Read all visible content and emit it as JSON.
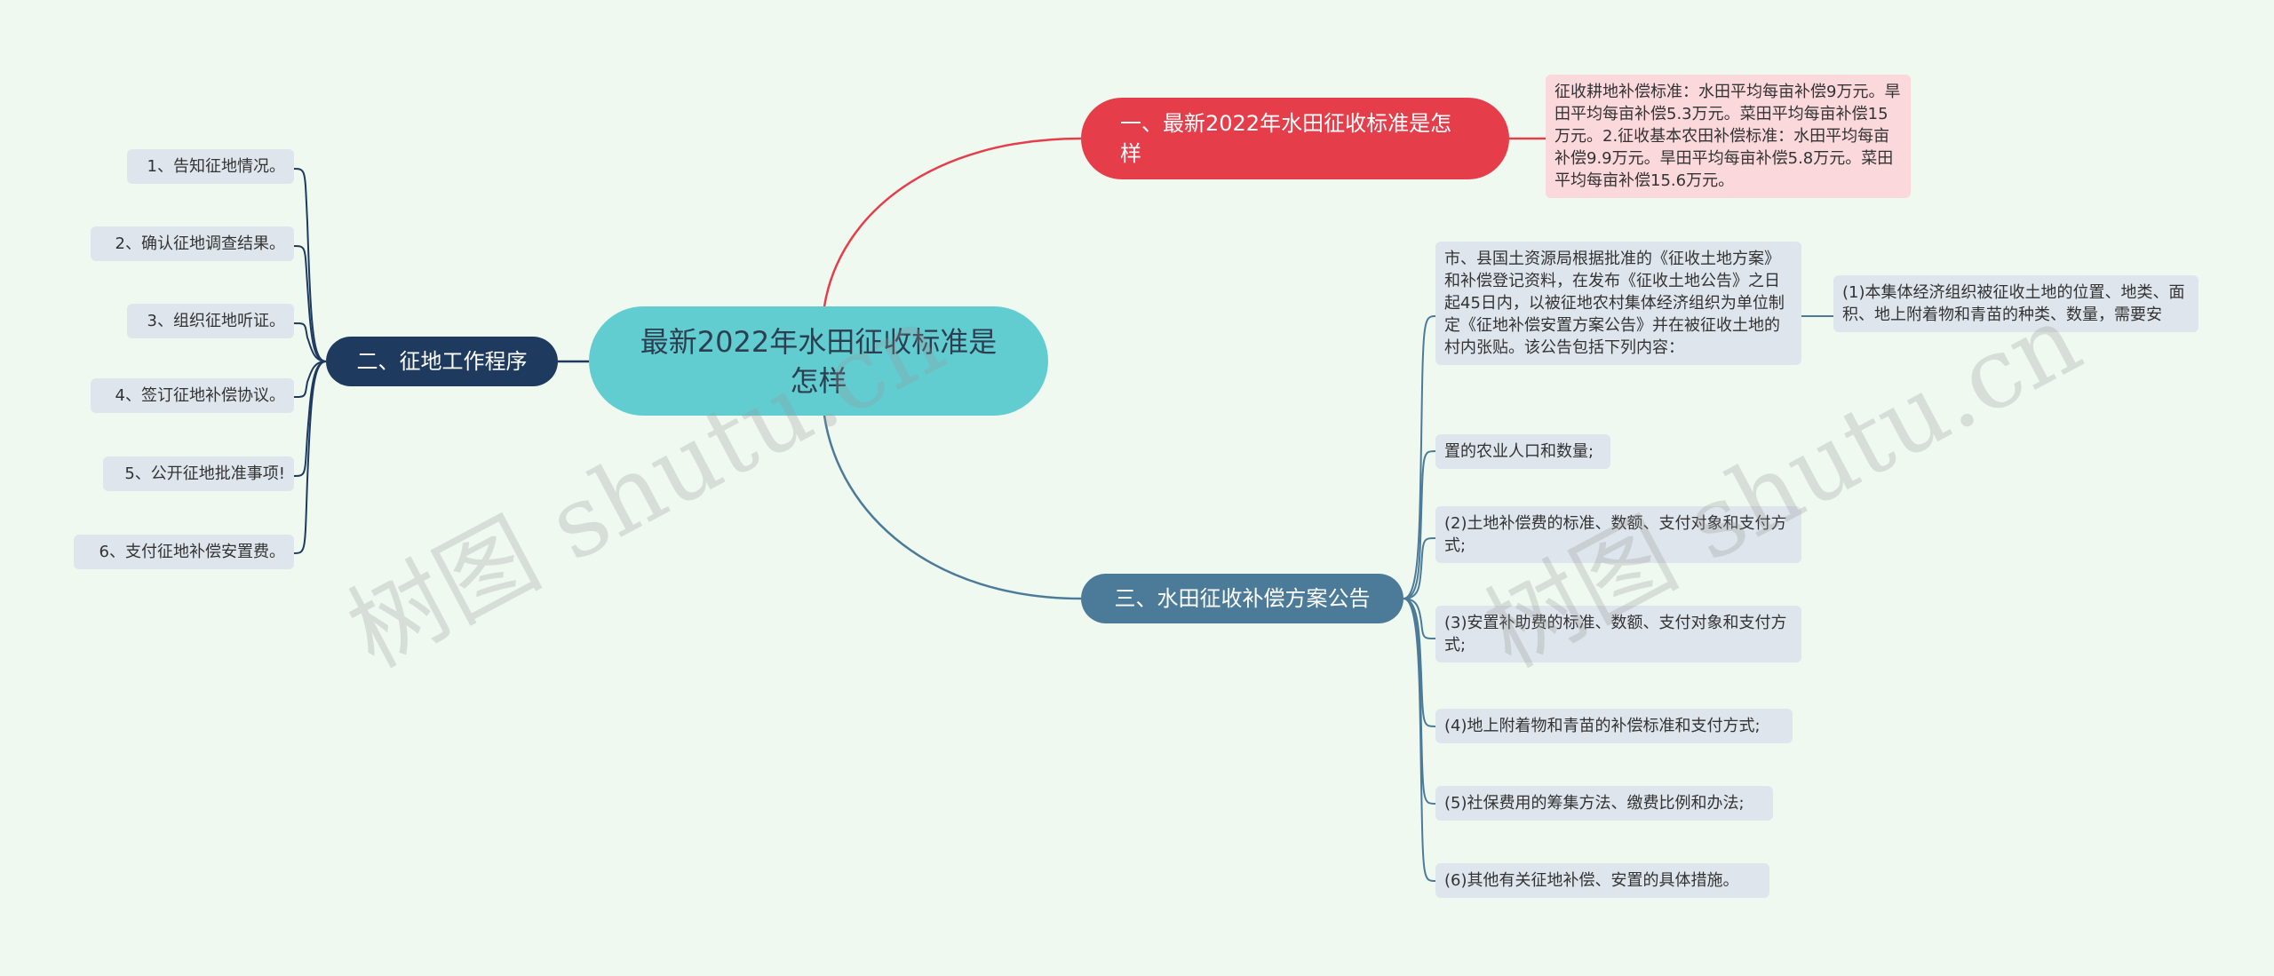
{
  "root": {
    "label": "最新2022年水田征收标准是怎样"
  },
  "branches": [
    {
      "label": "一、最新2022年水田征收标准是怎样",
      "color": "#e53e4a"
    },
    {
      "label": "二、征地工作程序",
      "color": "#1e3a5f"
    },
    {
      "label": "三、水田征收补偿方案公告",
      "color": "#4c7b99"
    }
  ],
  "branch1_detail": "征收耕地补偿标准：水田平均每亩补偿9万元。旱田平均每亩补偿5.3万元。菜田平均每亩补偿15万元。2.征收基本农田补偿标准：水田平均每亩补偿9.9万元。旱田平均每亩补偿5.8万元。菜田平均每亩补偿15.6万元。",
  "branch2_items": [
    "1、告知征地情况。",
    "2、确认征地调查结果。",
    "3、组织征地听证。",
    "4、签订征地补偿协议。",
    "5、公开征地批准事项!",
    "6、支付征地补偿安置费。"
  ],
  "branch3_items": [
    "市、县国土资源局根据批准的《征收土地方案》和补偿登记资料，在发布《征收土地公告》之日起45日内，以被征地农村集体经济组织为单位制定《征地补偿安置方案公告》并在被征收土地的村内张贴。该公告包括下列内容：",
    "置的农业人口和数量;",
    "(2)土地补偿费的标准、数额、支付对象和支付方式;",
    "(3)安置补助费的标准、数额、支付对象和支付方式;",
    "(4)地上附着物和青苗的补偿标准和支付方式;",
    "(5)社保费用的筹集方法、缴费比例和办法;",
    "(6)其他有关征地补偿、安置的具体措施。"
  ],
  "branch3_sub": "(1)本集体经济组织被征收土地的位置、地类、面积、地上附着物和青苗的种类、数量，需要安",
  "watermark": "树图 shutu.cn"
}
